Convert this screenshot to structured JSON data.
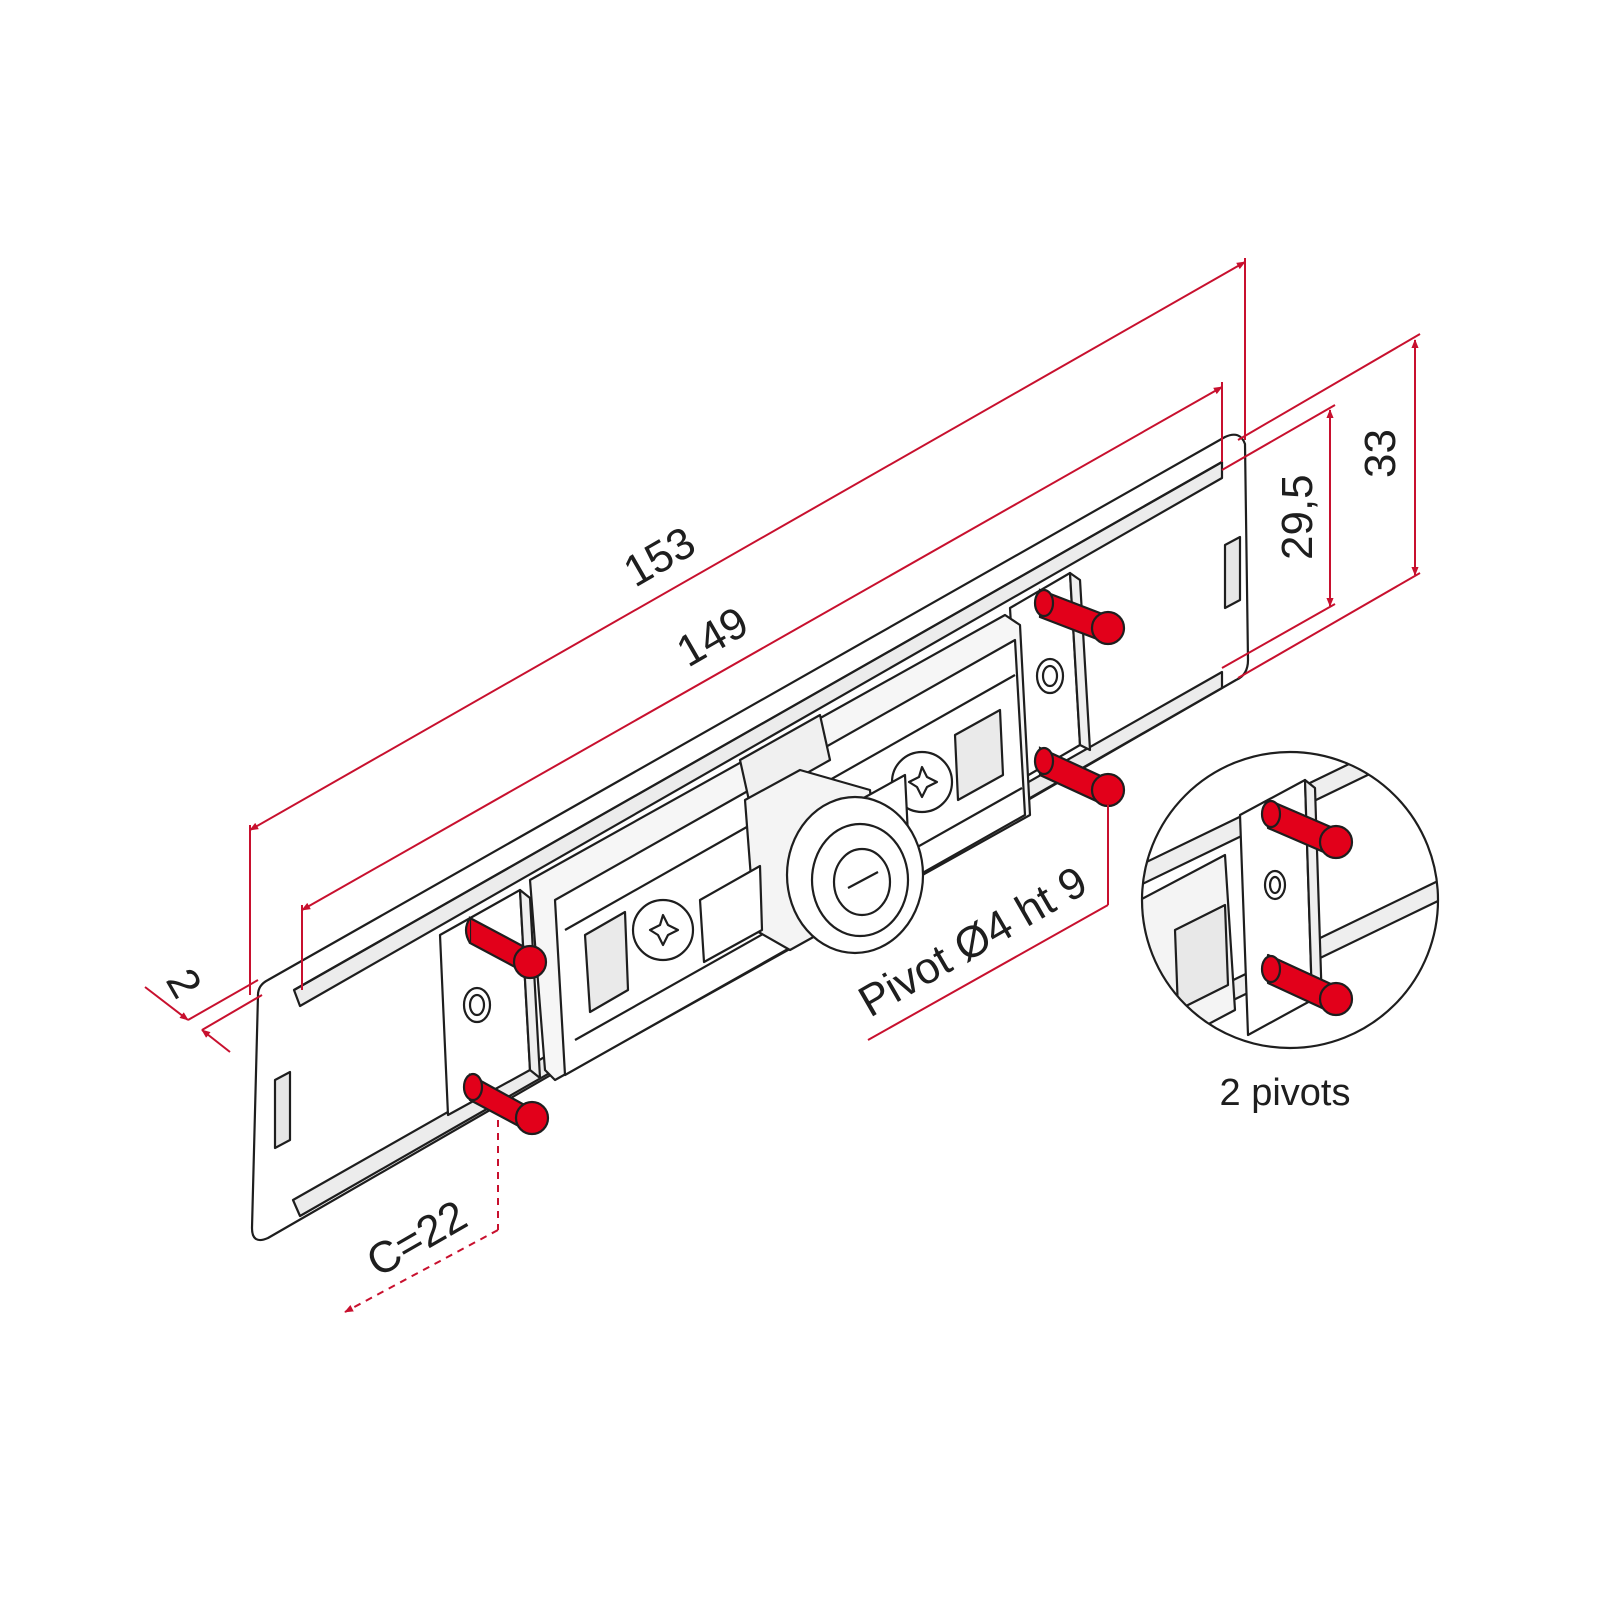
{
  "dimensions": {
    "length_overall": "153",
    "length_inner": "149",
    "height_overall": "33",
    "height_inner": "29,5",
    "thickness": "2",
    "pivot_spec": "Pivot Ø4 ht 9",
    "center_distance": "C=22"
  },
  "detail": {
    "caption": "2 pivots"
  },
  "colors": {
    "dimension_line": "#c8102e",
    "pivot_fill": "#e2001a",
    "outline": "#1e1e1e",
    "part_fill": "#ffffff"
  }
}
